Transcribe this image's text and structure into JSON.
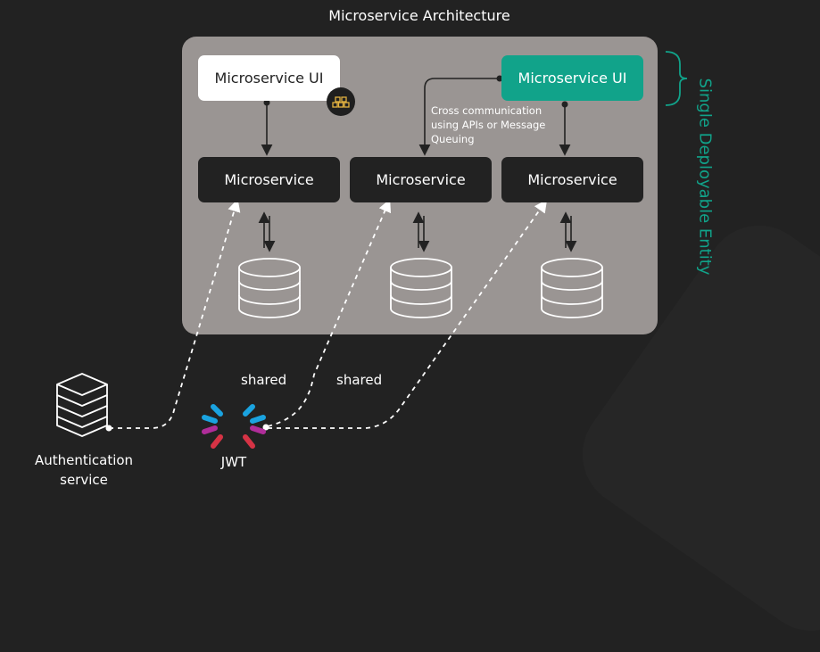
{
  "title": "Microservice Architecture",
  "deployable_label": "Single Deployable Entity",
  "ui_left_label": "Microservice UI",
  "ui_right_label": "Microservice UI",
  "microservices": [
    {
      "label": "Microservice"
    },
    {
      "label": "Microservice"
    },
    {
      "label": "Microservice"
    }
  ],
  "cross_comm_note": [
    "Cross communication",
    "using APIs or Message",
    "Queuing"
  ],
  "shared_labels": [
    "shared",
    "shared"
  ],
  "auth_label": [
    "Authentication",
    "service"
  ],
  "jwt_label": "JWT",
  "colors": {
    "background": "#222222",
    "panel": "#9a9593",
    "accent": "#11a38a",
    "box_dark": "#222222"
  },
  "icons": [
    "bundle-icon",
    "database-icon",
    "server-icon",
    "jwt-icon"
  ]
}
